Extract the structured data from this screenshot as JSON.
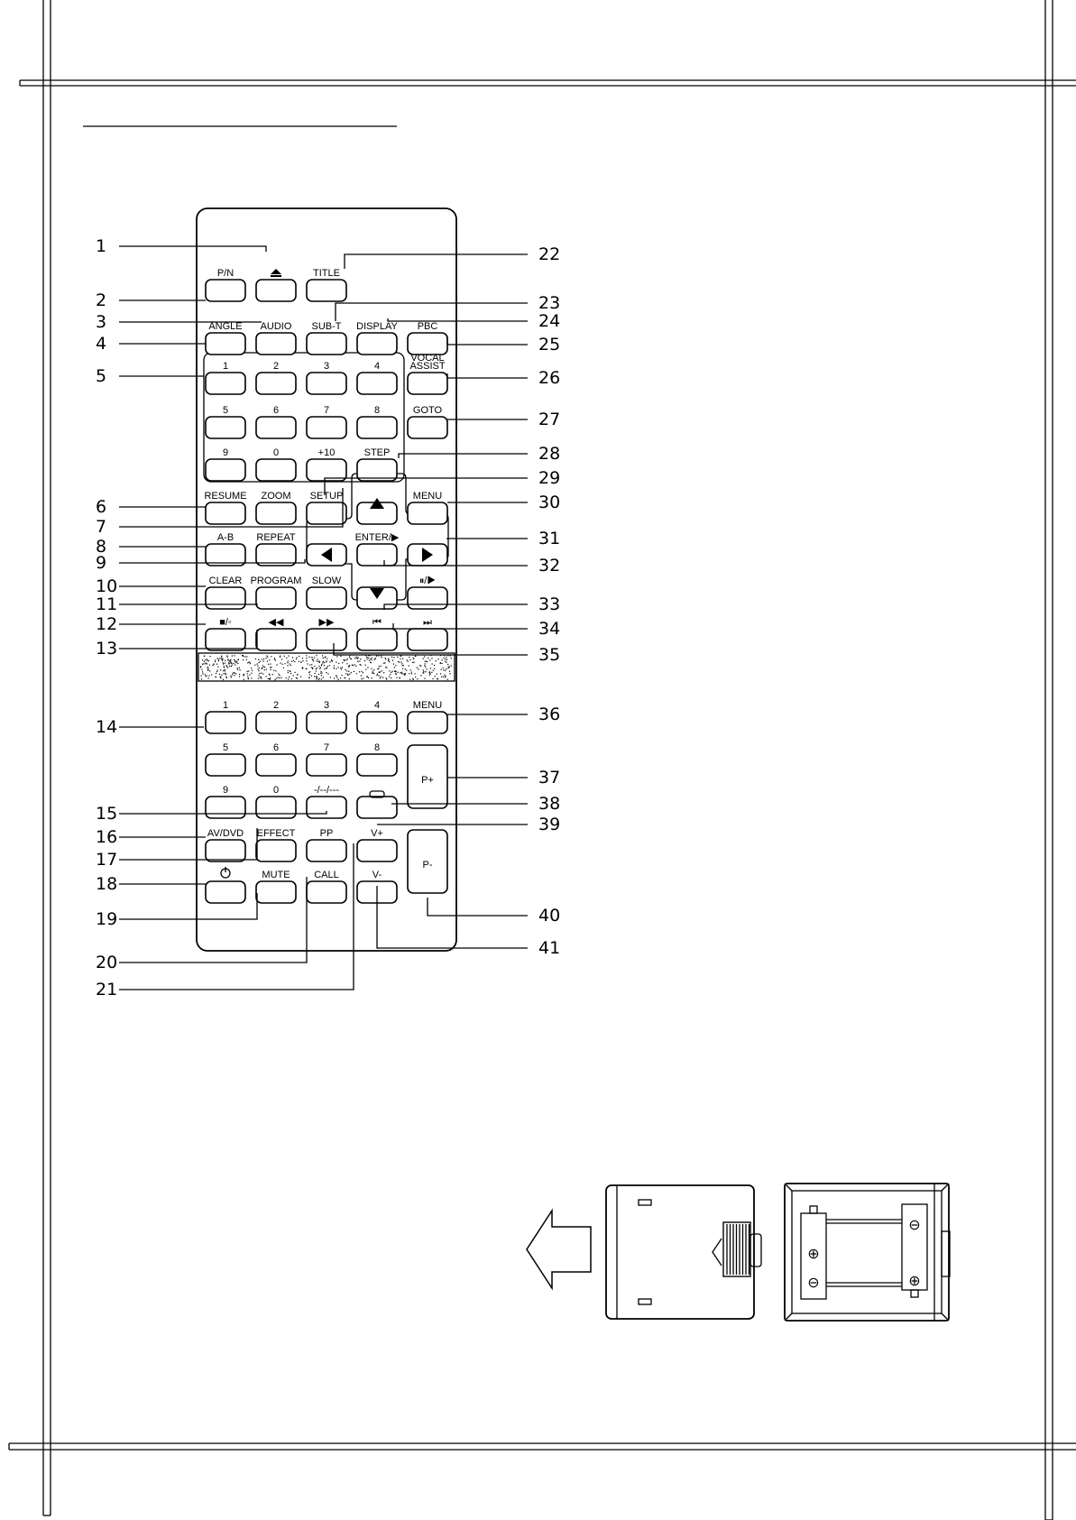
{
  "remote": {
    "button_labels": [
      {
        "id": "pn",
        "text": "P/N"
      },
      {
        "id": "title",
        "text": "TITLE"
      },
      {
        "id": "angle",
        "text": "ANGLE"
      },
      {
        "id": "audio",
        "text": "AUDIO"
      },
      {
        "id": "subt",
        "text": "SUB-T"
      },
      {
        "id": "display",
        "text": "DISPLAY"
      },
      {
        "id": "pbc",
        "text": "PBC"
      },
      {
        "id": "vocal1",
        "text": "VOCAL"
      },
      {
        "id": "vocal2",
        "text": "ASSIST"
      },
      {
        "id": "d1",
        "text": "1"
      },
      {
        "id": "d2",
        "text": "2"
      },
      {
        "id": "d3",
        "text": "3"
      },
      {
        "id": "d4",
        "text": "4"
      },
      {
        "id": "d5",
        "text": "5"
      },
      {
        "id": "d6",
        "text": "6"
      },
      {
        "id": "d7",
        "text": "7"
      },
      {
        "id": "d8",
        "text": "8"
      },
      {
        "id": "goto",
        "text": "GOTO"
      },
      {
        "id": "d9",
        "text": "9"
      },
      {
        "id": "d0",
        "text": "0"
      },
      {
        "id": "d10",
        "text": "+10"
      },
      {
        "id": "step",
        "text": "STEP"
      },
      {
        "id": "resume",
        "text": "RESUME"
      },
      {
        "id": "zoom",
        "text": "ZOOM"
      },
      {
        "id": "setup",
        "text": "SETUP"
      },
      {
        "id": "menu1",
        "text": "MENU"
      },
      {
        "id": "ab",
        "text": "A-B"
      },
      {
        "id": "repeat",
        "text": "REPEAT"
      },
      {
        "id": "enter",
        "text": "ENTER/▶"
      },
      {
        "id": "clear",
        "text": "CLEAR"
      },
      {
        "id": "program",
        "text": "PROGRAM"
      },
      {
        "id": "slow",
        "text": "SLOW"
      },
      {
        "id": "pause",
        "text": "⏸/▶"
      },
      {
        "id": "stop",
        "text": "■/◦"
      },
      {
        "id": "rew",
        "text": "◀◀"
      },
      {
        "id": "ff",
        "text": "▶▶"
      },
      {
        "id": "prev",
        "text": "⏮"
      },
      {
        "id": "next",
        "text": "⏭"
      },
      {
        "id": "t1",
        "text": "1"
      },
      {
        "id": "t2",
        "text": "2"
      },
      {
        "id": "t3",
        "text": "3"
      },
      {
        "id": "t4",
        "text": "4"
      },
      {
        "id": "menu2",
        "text": "MENU"
      },
      {
        "id": "t5",
        "text": "5"
      },
      {
        "id": "t6",
        "text": "6"
      },
      {
        "id": "t7",
        "text": "7"
      },
      {
        "id": "t8",
        "text": "8"
      },
      {
        "id": "t9",
        "text": "9"
      },
      {
        "id": "t0",
        "text": "0"
      },
      {
        "id": "dash",
        "text": "-/--/---"
      },
      {
        "id": "avdvd",
        "text": "AV/DVD"
      },
      {
        "id": "effect",
        "text": "EFFECT"
      },
      {
        "id": "pp",
        "text": "PP"
      },
      {
        "id": "vplus",
        "text": "V+"
      },
      {
        "id": "mute",
        "text": "MUTE"
      },
      {
        "id": "call",
        "text": "CALL"
      },
      {
        "id": "vminus",
        "text": "V-"
      }
    ],
    "large_buttons": [
      {
        "id": "pplus",
        "text": "P+"
      },
      {
        "id": "pminus",
        "text": "P-"
      }
    ],
    "icons": [
      "eject-icon",
      "power-icon",
      "swap-icon",
      "arrow-up-icon",
      "arrow-down-icon",
      "arrow-left-icon",
      "arrow-right-icon"
    ]
  },
  "callouts": {
    "left": [
      "1",
      "2",
      "3",
      "4",
      "5",
      "6",
      "7",
      "8",
      "9",
      "10",
      "11",
      "12",
      "13",
      "14",
      "15",
      "16",
      "17",
      "18",
      "19",
      "20",
      "21"
    ],
    "right": [
      "22",
      "23",
      "24",
      "25",
      "26",
      "27",
      "28",
      "29",
      "30",
      "31",
      "32",
      "33",
      "34",
      "35",
      "36",
      "37",
      "38",
      "39",
      "40",
      "41"
    ]
  },
  "battery_figure": {
    "plus_sign": "⊕",
    "minus_sign": "⊖"
  }
}
